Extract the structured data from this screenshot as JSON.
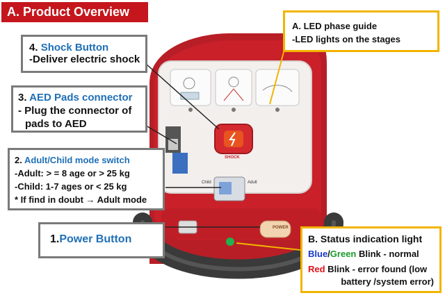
{
  "title": "A. Product Overview",
  "callouts": {
    "shock": {
      "num": "4.",
      "name": "Shock Button",
      "desc": "-Deliver electric shock"
    },
    "pads": {
      "num": "3.",
      "name": "AED Pads connector",
      "desc1": "- Plug the connector of",
      "desc2": "pads to AED"
    },
    "mode": {
      "num": "2.",
      "name": "Adult/Child mode switch",
      "l1": "-Adult:  > = 8 age   or   > 25 kg",
      "l2": "-Child:  1-7 ages    or   < 25 kg",
      "l3": "* If find in doubt → Adult mode"
    },
    "power": {
      "num": "1.",
      "name": "Power Button"
    },
    "led": {
      "l1": "A. LED phase guide",
      "l2": "-LED lights on the stages"
    },
    "status": {
      "title": "B. Status indication light",
      "blue": "Blue",
      "slash": "/",
      "green": "Green",
      "normal": " Blink - normal",
      "red": "Red",
      "err1": " Blink - error found (low",
      "err2": "battery /system error)"
    }
  },
  "device": {
    "shock_label": "SHOCK",
    "power_label": "POWER",
    "child_label": "Child",
    "adult_label": "Adult"
  },
  "colors": {
    "title_bg": "#c4161c",
    "accent_blue": "#1f6fb6",
    "callout_border": "#7a7a7a",
    "status_border": "#f2b400",
    "device_red": "#c9202a"
  }
}
